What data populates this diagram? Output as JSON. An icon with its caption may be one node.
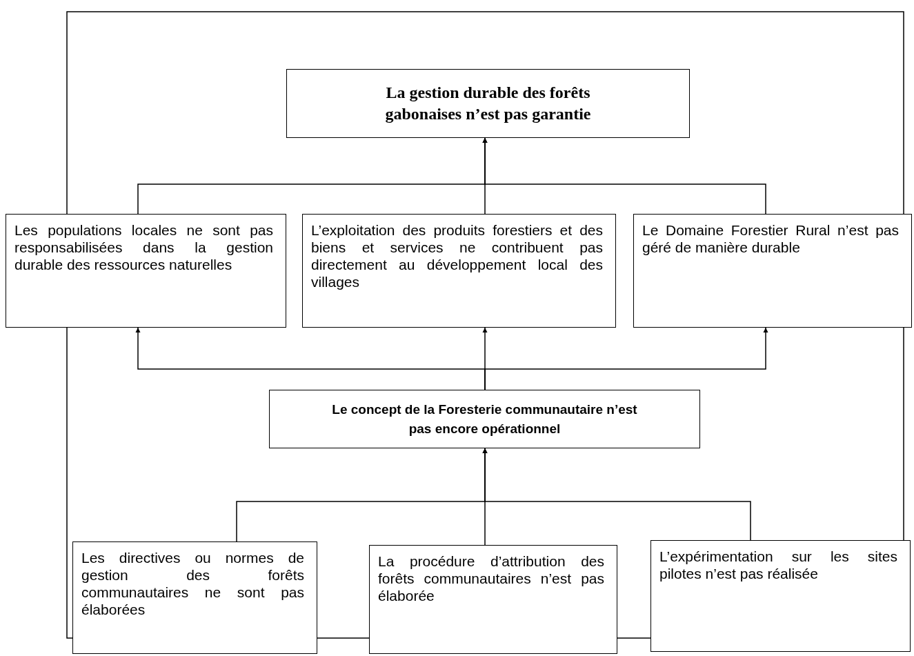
{
  "diagram": {
    "nodes": [
      {
        "text": [
          "La gestion durable des forêts gabonaises n’est pas garantie"
        ]
      },
      {
        "text": [
          "Les populations locales ne sont pas responsabilisées dans la gestion durable des ressources naturelles"
        ]
      },
      {
        "text": [
          "L’exploitation des produits forestiers et des biens et services ne contribuent pas directement au développement local des villages"
        ]
      },
      {
        "text": [
          "Le Domaine Forestier Rural n’est pas géré de manière durable"
        ]
      },
      {
        "text": [
          "Le concept de la Foresterie communautaire n’est pas encore opérationnel"
        ]
      },
      {
        "text": [
          "Les directives ou normes de gestion des forêts communautaires ne sont pas élaborées"
        ]
      },
      {
        "text": [
          "La procédure d’attribution des forêts communautaires n’est pas élaborée"
        ]
      },
      {
        "text": [
          "L’expérimentation sur les sites pilotes n’est pas réalisée"
        ]
      }
    ],
    "edges": [
      {
        "from": 1,
        "to": 0,
        "arrow": "to"
      },
      {
        "from": 2,
        "to": 0,
        "arrow": "to"
      },
      {
        "from": 3,
        "to": 0,
        "arrow": "to"
      },
      {
        "from": 4,
        "to": 1,
        "arrow": "to"
      },
      {
        "from": 4,
        "to": 2,
        "arrow": "to"
      },
      {
        "from": 4,
        "to": 3,
        "arrow": "to"
      },
      {
        "from": 5,
        "to": 4,
        "arrow": "to"
      },
      {
        "from": 6,
        "to": 4,
        "arrow": "to"
      },
      {
        "from": 7,
        "to": 4,
        "arrow": "to"
      }
    ]
  }
}
